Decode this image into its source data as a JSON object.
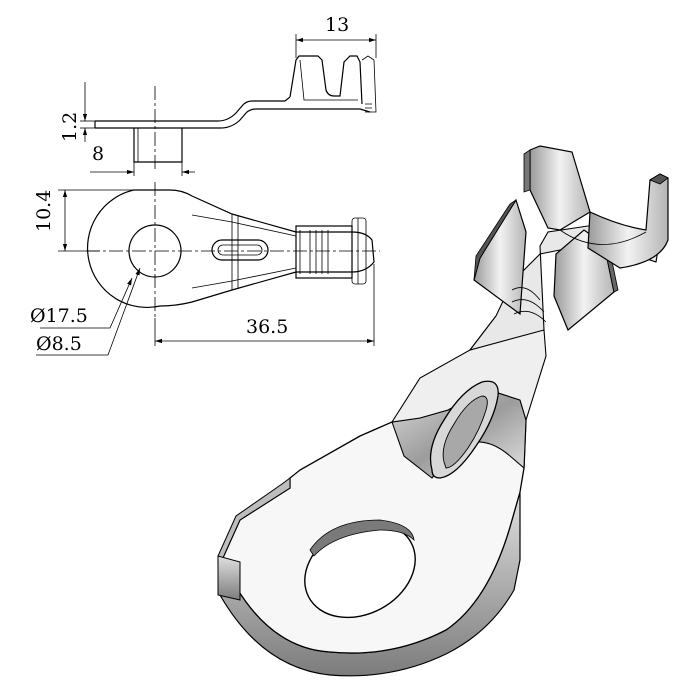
{
  "dimensions": {
    "width_top": "13",
    "thickness": "1.2",
    "barrel_height": "8",
    "half_width": "10.4",
    "outer_diameter": "Ø17.5",
    "hole_diameter": "Ø8.5",
    "length": "36.5"
  },
  "colors": {
    "line": "#000000",
    "metal_light": "#f4f4f4",
    "metal_mid": "#cfcfcf",
    "metal_dark": "#8a8a8a"
  }
}
